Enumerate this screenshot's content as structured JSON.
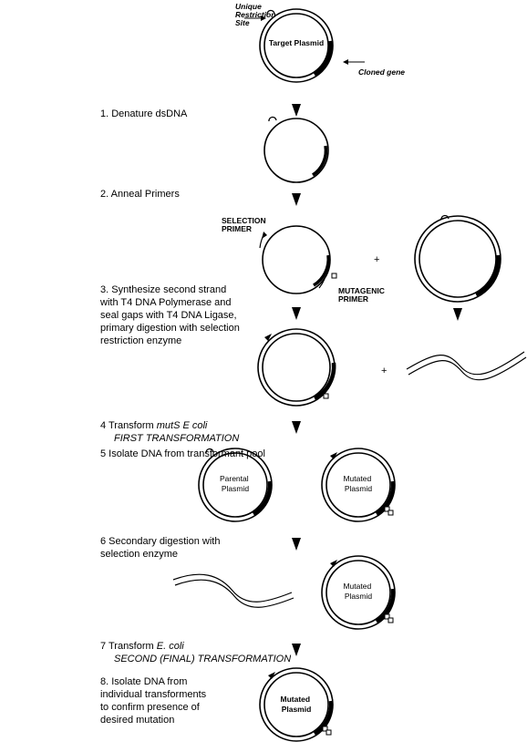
{
  "top": {
    "site_label": [
      "Unique",
      "Restriction",
      "Site"
    ],
    "plasmid_label": "Target Plasmid",
    "cloned_gene_label": "Cloned gene"
  },
  "steps": {
    "s1": [
      "1. Denature dsDNA"
    ],
    "s2": [
      "2. Anneal Primers"
    ],
    "s3": [
      "3. Synthesize second strand",
      "with T4 DNA Polymerase and",
      "seal gaps with T4 DNA Ligase,",
      "primary digestion with selection",
      "restriction enzyme"
    ],
    "s4a": "4  Transform ",
    "s4b": "mutS E  coli",
    "s4c": "FIRST TRANSFORMATION",
    "s5": [
      "5  Isolate DNA from transformant pool"
    ],
    "s6": [
      "6  Secondary digestion with",
      "selection enzyme"
    ],
    "s7a": "7  Transform ",
    "s7b": "E. coli",
    "s7c": "SECOND (FINAL) TRANSFORMATION",
    "s8": [
      "8. Isolate DNA from",
      "individual transforments",
      "to confirm presence of",
      "desired mutation"
    ]
  },
  "primers": {
    "selection": [
      "SELECTION",
      "PRIMER"
    ],
    "mutagenic": [
      "MUTAGENIC",
      "PRIMER"
    ],
    "plus": "+"
  },
  "plasmids": {
    "parental": [
      "Parental",
      "Plasmid"
    ],
    "mutated": [
      "Mutated",
      "Plasmid"
    ]
  }
}
